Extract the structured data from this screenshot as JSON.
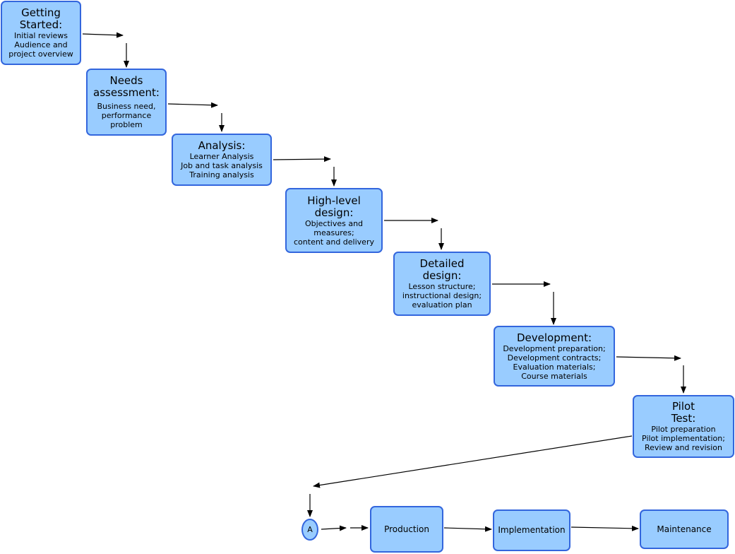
{
  "stages": [
    {
      "title": [
        "Getting",
        "Started:"
      ],
      "details": [
        "Initial reviews",
        "Audience and",
        "project overview"
      ]
    },
    {
      "title": [
        "Needs",
        "assessment:"
      ],
      "details": [
        "Business need,",
        "performance",
        "problem"
      ]
    },
    {
      "title": [
        "Analysis:"
      ],
      "details": [
        "Learner Analysis",
        "Job and task analysis",
        "Training analysis"
      ]
    },
    {
      "title": [
        "High-level",
        "design:"
      ],
      "details": [
        "Objectives and",
        "measures;",
        "content and delivery"
      ]
    },
    {
      "title": [
        "Detailed",
        "design:"
      ],
      "details": [
        "Lesson structure;",
        "instructional design;",
        "evaluation plan"
      ]
    },
    {
      "title": [
        "Development:"
      ],
      "details": [
        "Development preparation;",
        "Development contracts;",
        "Evaluation materials;",
        "Course materials"
      ]
    },
    {
      "title": [
        "Pilot",
        "Test:"
      ],
      "details": [
        "Pilot preparation",
        "Pilot implementation;",
        "Review and revision"
      ]
    }
  ],
  "connector": "A",
  "final_stages": [
    "Production",
    "Implementation",
    "Maintenance"
  ],
  "colors": {
    "box_fill": "#99ccff",
    "box_border": "#3366dd",
    "arrow": "#000000"
  }
}
